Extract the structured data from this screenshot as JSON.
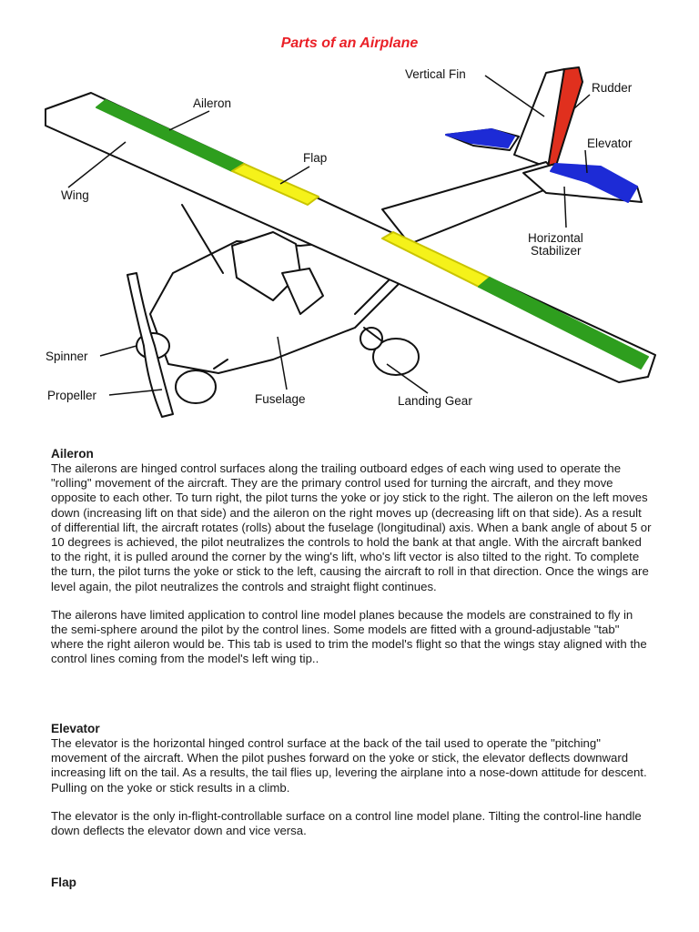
{
  "title": "Parts of an Airplane",
  "diagram": {
    "labels": {
      "vertical_fin": "Vertical Fin",
      "rudder": "Rudder",
      "aileron": "Aileron",
      "elevator": "Elevator",
      "flap": "Flap",
      "wing": "Wing",
      "horizontal_stabilizer_1": "Horizontal",
      "horizontal_stabilizer_2": "Stabilizer",
      "spinner": "Spinner",
      "propeller": "Propeller",
      "fuselage": "Fuselage",
      "landing_gear": "Landing Gear"
    },
    "colors": {
      "aileron": "#2e9e1e",
      "flap": "#f5f21a",
      "rudder": "#e0301e",
      "elevator": "#1d2bd6",
      "title": "#ea2027"
    }
  },
  "sections": {
    "aileron": {
      "heading": "Aileron",
      "p1": "The ailerons are hinged control surfaces along the trailing outboard edges of each wing used to operate the \"rolling\" movement of the aircraft. They are the primary control used for turning the aircraft, and they move opposite to each other. To turn right, the pilot turns the yoke or joy stick to the right. The aileron on the left moves down (increasing lift on that side) and the aileron on the right moves up (decreasing lift on that side). As a result of differential lift, the aircraft rotates (rolls) about the fuselage (longitudinal) axis. When a bank angle of about 5 or 10 degrees is achieved, the pilot neutralizes the controls to hold the bank at that angle. With the aircraft banked to the right, it is pulled around the corner by the wing's lift, who's lift vector is also tilted to the right. To complete the turn, the pilot turns the yoke or stick to the left, causing the aircraft to roll in that direction. Once the wings are level again, the pilot neutralizes the controls and straight flight continues.",
      "p2": "The ailerons have limited application to control line model planes because the models are constrained to fly in the semi-sphere around the pilot by the control lines. Some models are fitted with a ground-adjustable \"tab\" where the right aileron would be. This tab is used to trim the model's flight so that the wings stay aligned with the control lines coming from the model's left wing tip.."
    },
    "elevator": {
      "heading": "Elevator",
      "p1": "The elevator is the horizontal hinged control surface at the back of the tail used to operate the \"pitching\" movement of the aircraft. When the pilot pushes forward on the yoke or stick, the elevator deflects downward increasing lift on the tail. As a results, the tail flies up, levering the airplane into a nose-down attitude for descent. Pulling on the yoke or stick results in a climb.",
      "p2": "The elevator is the only in-flight-controllable surface on a control line model plane. Tilting the control-line handle down deflects the elevator down and vice versa."
    },
    "flap": {
      "heading": "Flap"
    }
  }
}
